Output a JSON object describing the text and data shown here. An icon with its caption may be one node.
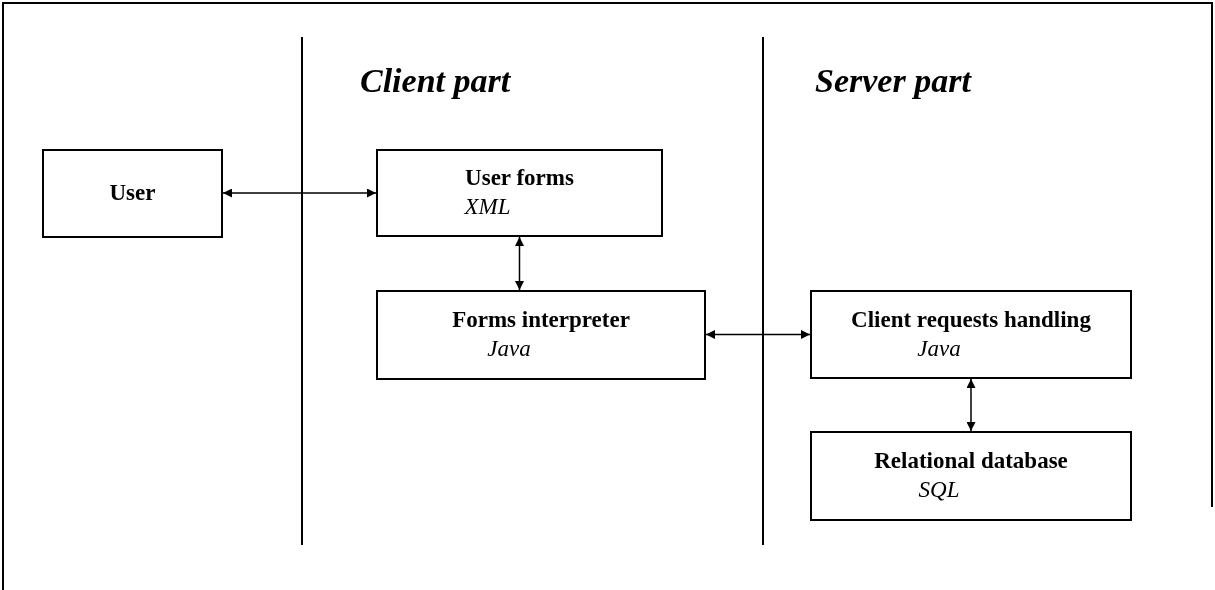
{
  "diagram": {
    "nodes": [
      {
        "text": [
          "User"
        ]
      },
      {
        "text": [
          "User forms",
          "XML"
        ]
      },
      {
        "text": [
          "Forms interpreter",
          "Java"
        ]
      },
      {
        "text": [
          "Client requests handling",
          "Java"
        ]
      },
      {
        "text": [
          "Relational database",
          "SQL"
        ]
      }
    ],
    "edges": [
      {
        "from": 0,
        "to": 1,
        "arrow": "both"
      },
      {
        "from": 1,
        "to": 2,
        "arrow": "both"
      },
      {
        "from": 2,
        "to": 3,
        "arrow": "both"
      },
      {
        "from": 3,
        "to": 4,
        "arrow": "both"
      }
    ],
    "labels": [
      "Client part",
      "Server part"
    ]
  }
}
